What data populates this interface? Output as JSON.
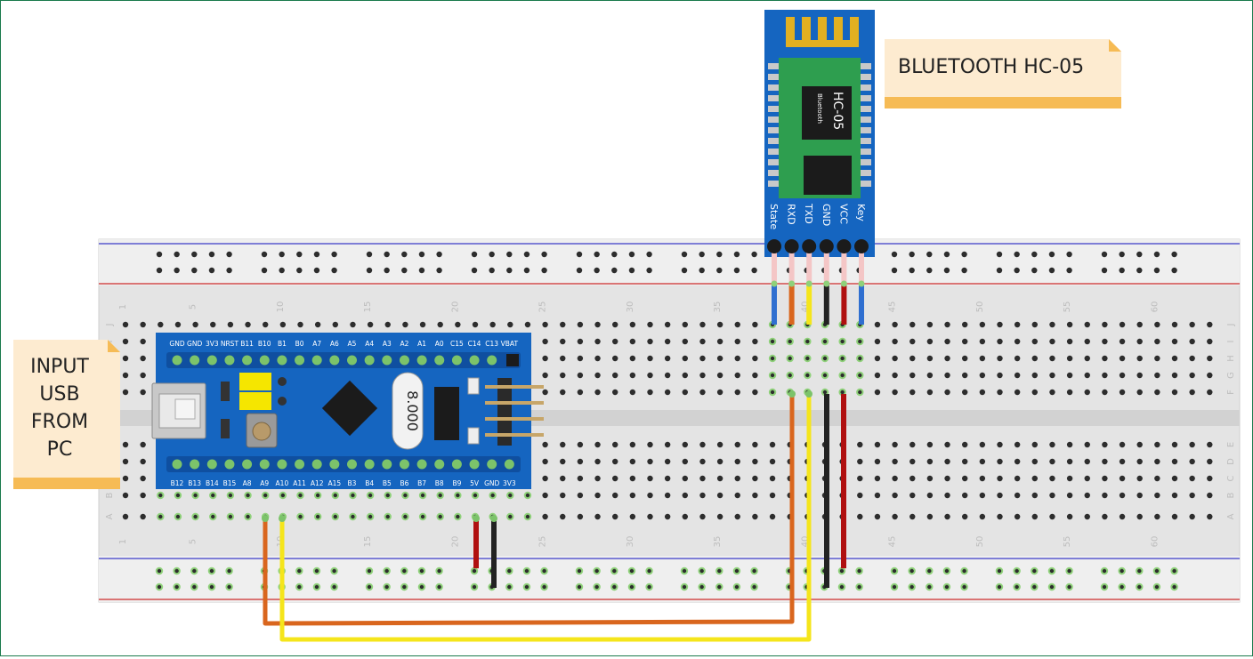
{
  "labels": {
    "bluetooth_note": "BLUETOOTH HC-05",
    "usb_note": [
      "INPUT",
      "USB",
      "FROM",
      "PC"
    ]
  },
  "hc05": {
    "chip_text": "HC-05",
    "chip_subtext": "Bluetooth",
    "pins": [
      "State",
      "RXD",
      "TXD",
      "GND",
      "VCC",
      "Key"
    ]
  },
  "stm32": {
    "top_pins": [
      "GND",
      "GND",
      "3V3",
      "NRST",
      "B11",
      "B10",
      "B1",
      "B0",
      "A7",
      "A6",
      "A5",
      "A4",
      "A3",
      "A2",
      "A1",
      "A0",
      "C15",
      "C14",
      "C13",
      "VBAT"
    ],
    "bottom_pins": [
      "B12",
      "B13",
      "B14",
      "B15",
      "A8",
      "A9",
      "A10",
      "A11",
      "A12",
      "A15",
      "B3",
      "B4",
      "B5",
      "B6",
      "B7",
      "B8",
      "B9",
      "5V",
      "GND",
      "3V3"
    ],
    "crystal_text": "8.000"
  },
  "breadboard": {
    "column_numbers": [
      "1",
      "5",
      "10",
      "15",
      "20",
      "25",
      "30",
      "35",
      "40",
      "45",
      "50",
      "55",
      "60"
    ],
    "row_letters_top": [
      "J",
      "I",
      "H",
      "G",
      "F"
    ],
    "row_letters_bottom": [
      "E",
      "D",
      "C",
      "B",
      "A"
    ]
  },
  "colors": {
    "breadboard": "#e6e6e6",
    "board_blue": "#1565c0",
    "module_green": "#2e9e4f",
    "note_fill": "#fdebd0",
    "note_bar": "#f6bb55",
    "wire_orange": "#d9661e",
    "wire_yellow": "#f5e51b",
    "wire_red": "#b01010",
    "wire_black": "#222222",
    "wire_blue": "#2f6fd0"
  }
}
